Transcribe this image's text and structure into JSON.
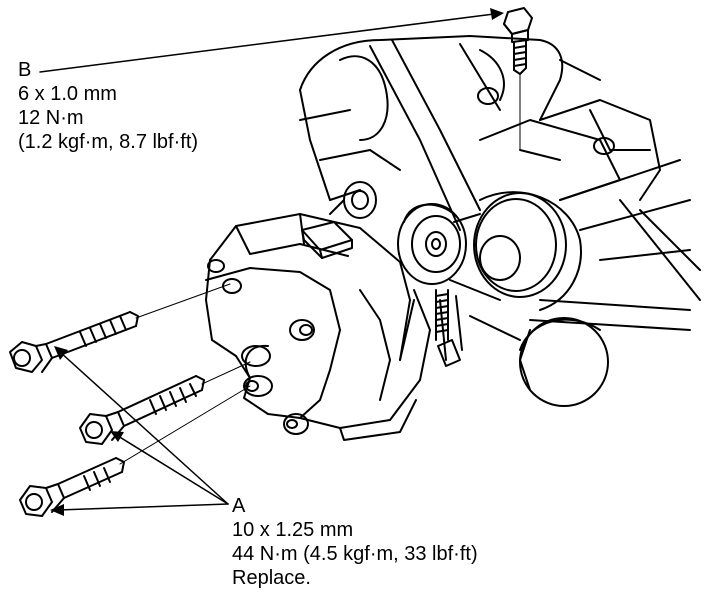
{
  "callouts": {
    "b": {
      "letter": "B",
      "size": "6 x 1.0 mm",
      "torque": "12 N·m",
      "torque_alt": "(1.2 kgf·m, 8.7 lbf·ft)"
    },
    "a": {
      "letter": "A",
      "size": "10 x 1.25 mm",
      "torque": "44 N·m (4.5 kgf·m, 33 lbf·ft)",
      "note": "Replace."
    }
  },
  "colors": {
    "line": "#000000",
    "background": "#ffffff"
  }
}
